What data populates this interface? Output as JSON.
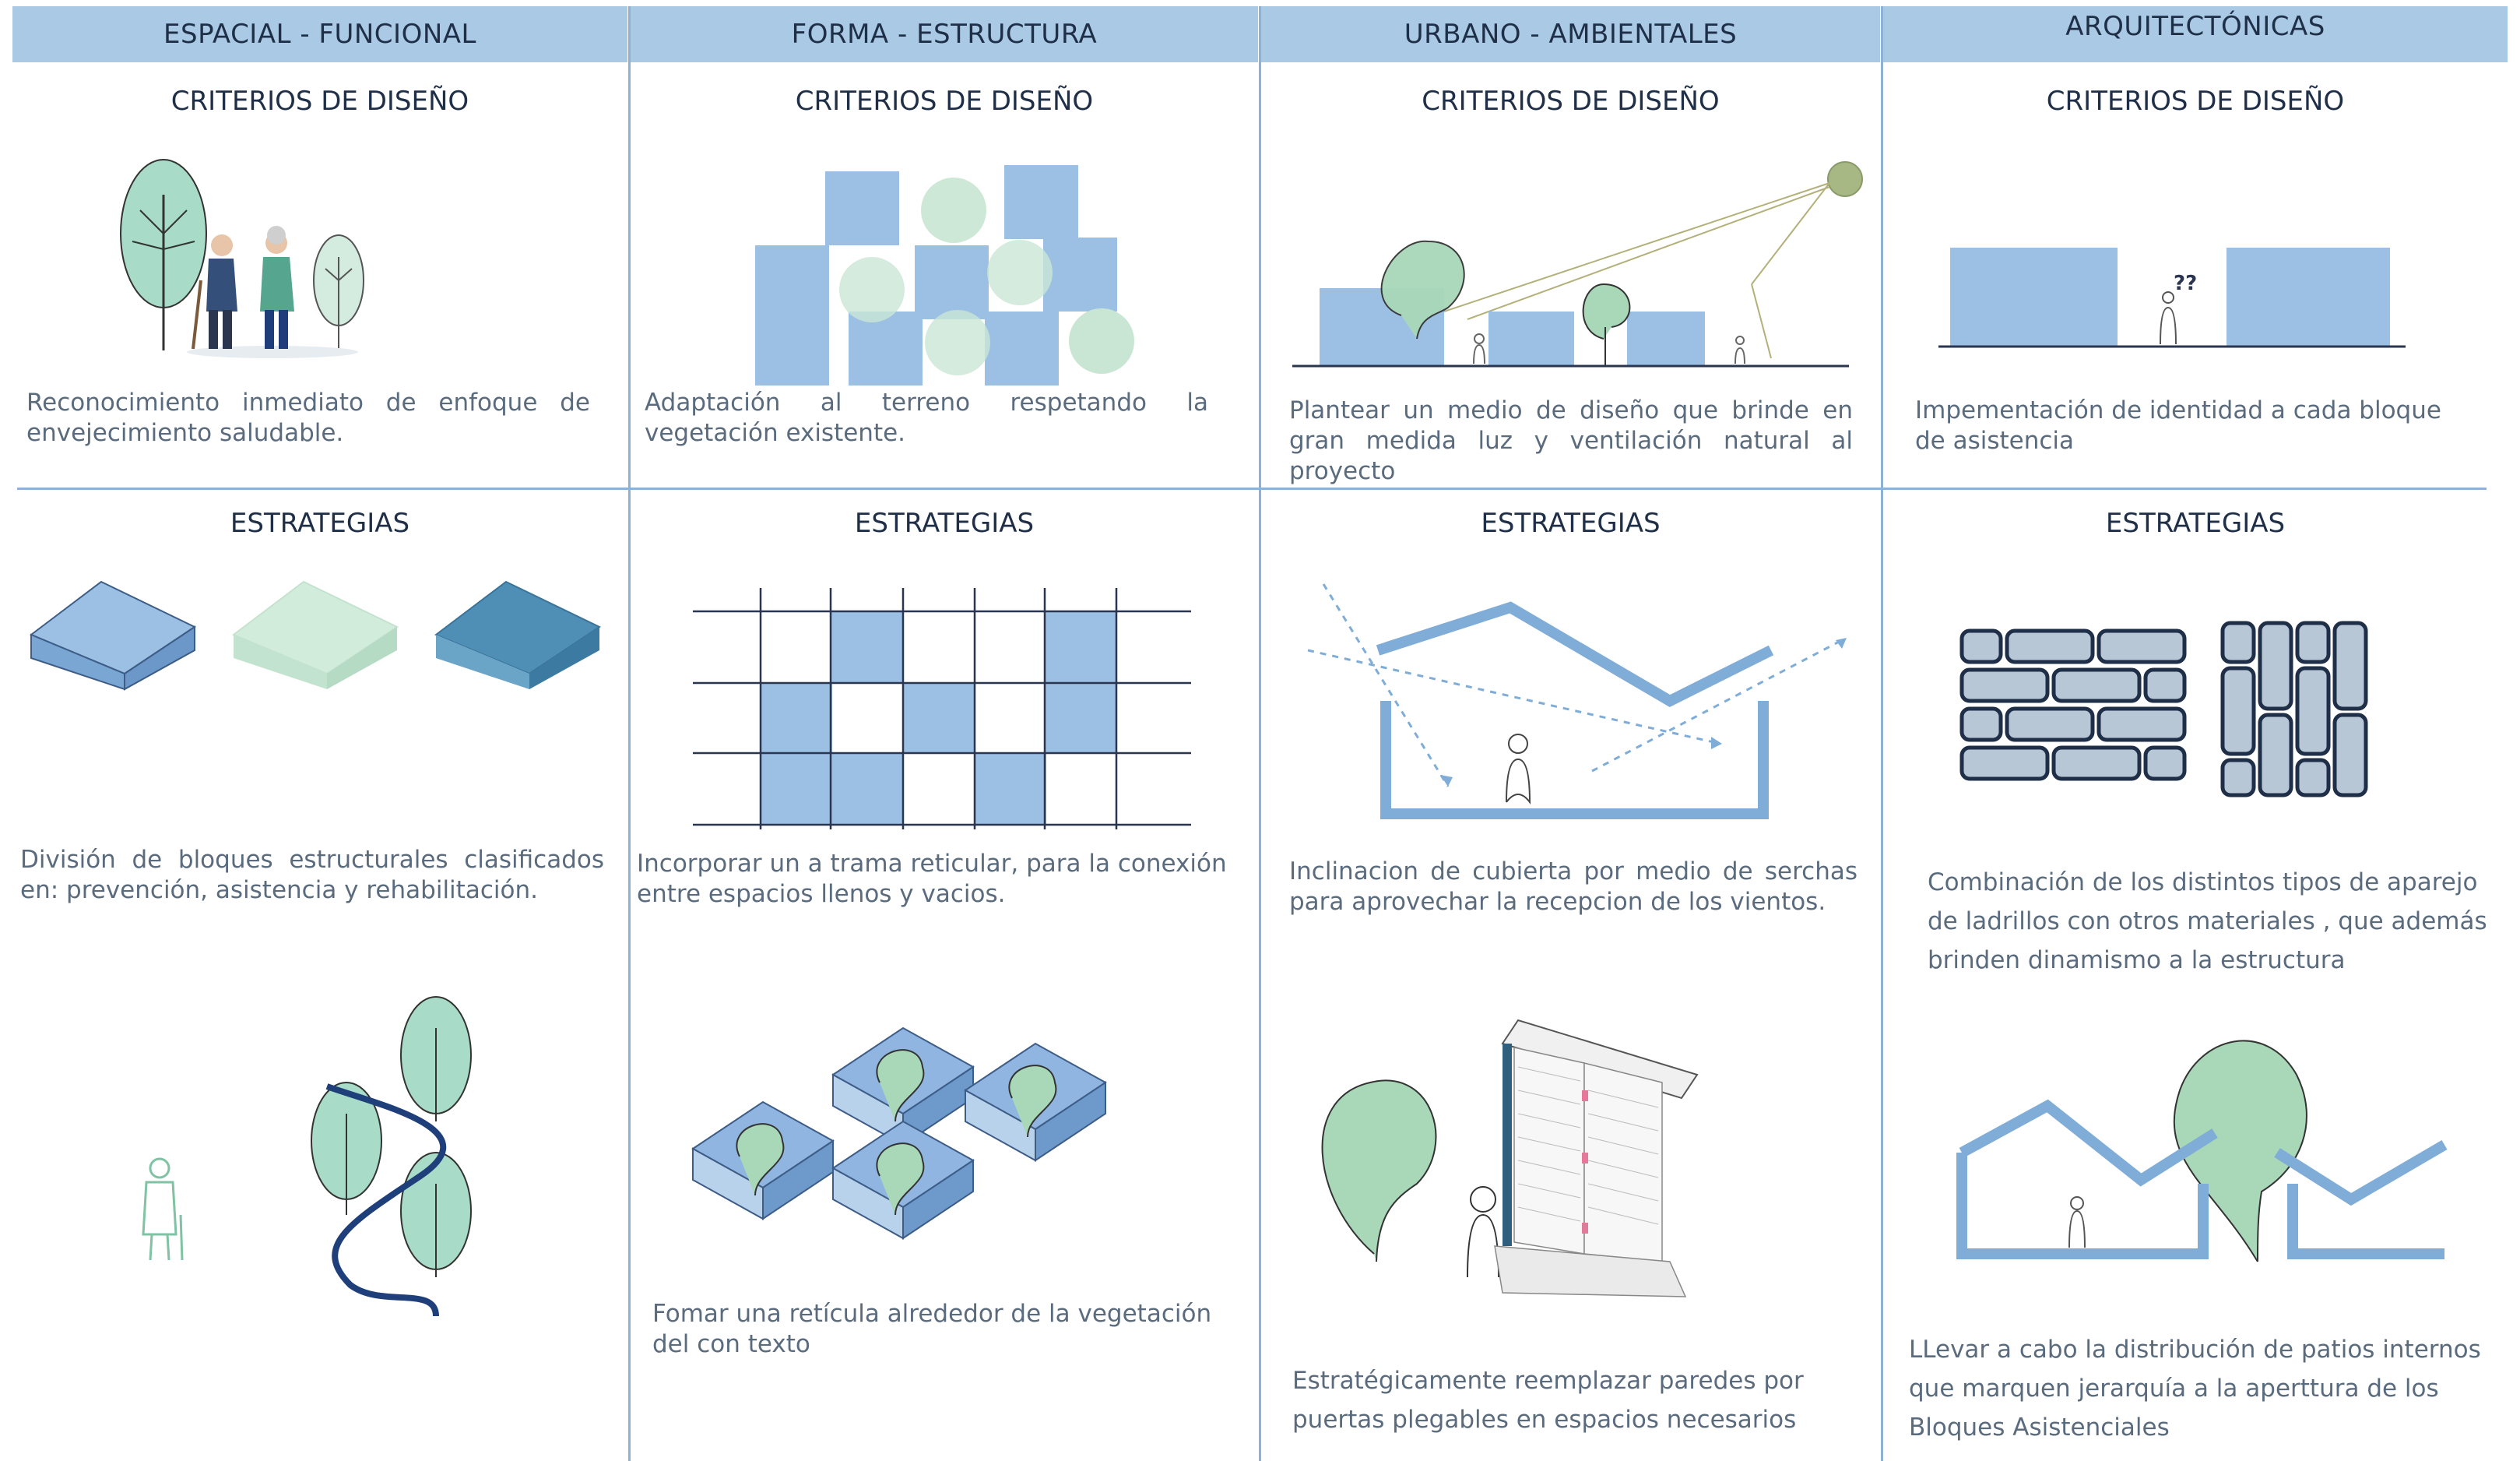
{
  "headers": [
    "ESPACIAL - FUNCIONAL",
    "FORMA - ESTRUCTURA",
    "URBANO - AMBIENTALES",
    "ARQUITECTÓNICAS"
  ],
  "row1_title": "CRITERIOS DE DISEÑO",
  "row2_title": "ESTRATEGIAS",
  "criterios": [
    "Reconocimiento inmediato de enfoque de envejecimiento saludable.",
    "Adaptación al terreno respetando la vegetación existente.",
    "Plantear un medio de diseño que brinde en gran medida luz y ventilación natural al proyecto",
    "Impementación de identidad a cada bloque de asistencia"
  ],
  "estrategias_1": [
    "División de bloques estructurales clasificados en: prevención, asistencia y rehabilitación.",
    "Incorporar un a trama reticular, para la conexión entre espacios llenos y vacios.",
    "Inclinacion de cubierta por medio de serchas para aprovechar la recepcion de los vientos.",
    "Combinación de los distintos tipos de aparejo de ladrillos con otros materiales , que además brinden dinamismo a la estructura"
  ],
  "estrategias_2": [
    "Fomar una retícula alrededor de la vegetación del con texto",
    "Estratégicamente reemplazar paredes por puertas plegables en espacios necesarios",
    "LLevar a cabo la distribución de patios internos que marquen jerarquía a la aperttura de los Bloques Asistenciales"
  ],
  "question_mark": "??",
  "colors": {
    "header": "#a9c9e4",
    "blue": "#8fb8e0",
    "green": "#a8d8b8",
    "line": "#8fb2d4",
    "text": "#5a6b7e"
  }
}
